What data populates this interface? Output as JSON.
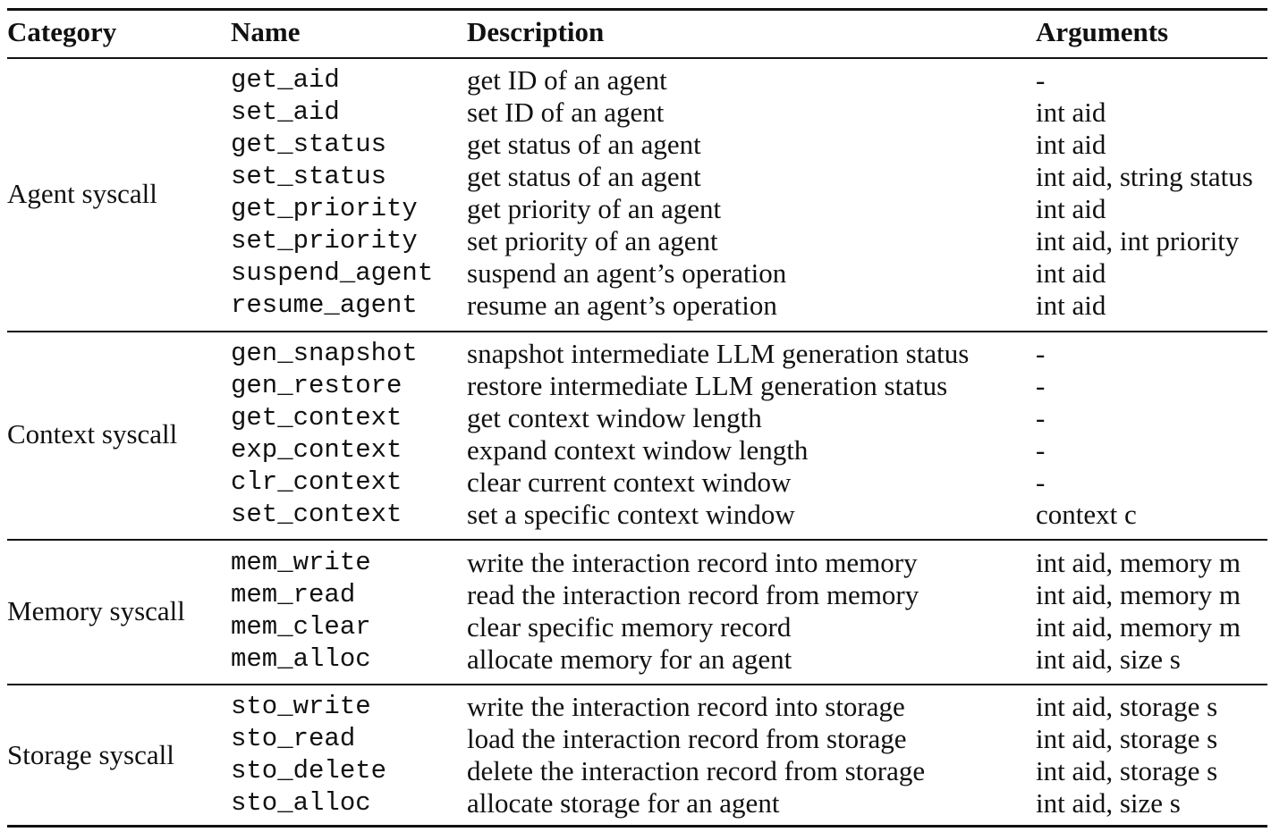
{
  "headers": {
    "category": "Category",
    "name": "Name",
    "description": "Description",
    "arguments": "Arguments"
  },
  "groups": [
    {
      "category": "Agent syscall",
      "rows": [
        {
          "name": "get_aid",
          "description": "get ID of an agent",
          "arguments": "-"
        },
        {
          "name": "set_aid",
          "description": "set ID of an agent",
          "arguments": "int aid"
        },
        {
          "name": "get_status",
          "description": "get status of an agent",
          "arguments": "int aid"
        },
        {
          "name": "set_status",
          "description": "get status of an agent",
          "arguments": "int aid, string status"
        },
        {
          "name": "get_priority",
          "description": "get priority of an agent",
          "arguments": "int aid"
        },
        {
          "name": "set_priority",
          "description": "set priority of an agent",
          "arguments": "int aid, int priority"
        },
        {
          "name": "suspend_agent",
          "description": "suspend an agent’s operation",
          "arguments": "int aid"
        },
        {
          "name": "resume_agent",
          "description": "resume an agent’s operation",
          "arguments": "int aid"
        }
      ]
    },
    {
      "category": "Context syscall",
      "rows": [
        {
          "name": "gen_snapshot",
          "description": "snapshot intermediate LLM generation status",
          "arguments": "-"
        },
        {
          "name": "gen_restore",
          "description": "restore intermediate LLM generation status",
          "arguments": "-"
        },
        {
          "name": "get_context",
          "description": "get context window length",
          "arguments": "-"
        },
        {
          "name": "exp_context",
          "description": "expand context window length",
          "arguments": "-"
        },
        {
          "name": "clr_context",
          "description": "clear current context window",
          "arguments": "-"
        },
        {
          "name": "set_context",
          "description": "set a specific context window",
          "arguments": "context c"
        }
      ]
    },
    {
      "category": "Memory syscall",
      "rows": [
        {
          "name": "mem_write",
          "description": "write the interaction record into memory",
          "arguments": "int aid, memory m"
        },
        {
          "name": "mem_read",
          "description": "read the interaction record from memory",
          "arguments": "int aid, memory m"
        },
        {
          "name": "mem_clear",
          "description": "clear specific memory record",
          "arguments": "int aid, memory m"
        },
        {
          "name": "mem_alloc",
          "description": "allocate memory for an agent",
          "arguments": "int aid, size s"
        }
      ]
    },
    {
      "category": "Storage syscall",
      "rows": [
        {
          "name": "sto_write",
          "description": "write the interaction record into storage",
          "arguments": "int aid, storage s"
        },
        {
          "name": "sto_read",
          "description": "load the interaction record from storage",
          "arguments": "int aid, storage s"
        },
        {
          "name": "sto_delete",
          "description": "delete the interaction record from storage",
          "arguments": "int aid, storage s"
        },
        {
          "name": "sto_alloc",
          "description": "allocate storage for an agent",
          "arguments": "int aid, size s"
        }
      ]
    }
  ]
}
